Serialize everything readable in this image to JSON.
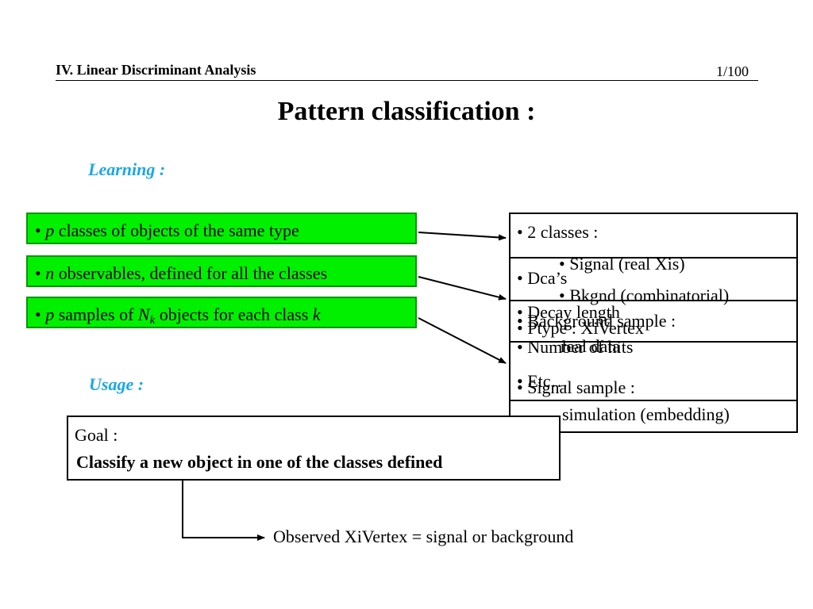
{
  "header": {
    "title": "IV. Linear Discriminant Analysis",
    "page": "1/100"
  },
  "slide_title": "Pattern classification :",
  "learning": {
    "label": "Learning :",
    "items": [
      {
        "bullet": "•",
        "var": "p",
        "text": " classes of objects of the same type"
      },
      {
        "bullet": "•",
        "var": "n",
        "text": " observables, defined for all the classes"
      },
      {
        "bullet": "•",
        "var": "p",
        "text_a": " samples of ",
        "var2": "N",
        "sub": "k",
        "text_b": " objects for each class ",
        "var3": "k"
      }
    ]
  },
  "usage_label": "Usage :",
  "goal": {
    "label": "Goal :",
    "text": "Classify a new object in one of the classes defined"
  },
  "result": "Observed XiVertex = signal or background",
  "panel_lines": [
    "• 2 classes :",
    "• Signal (real Xis)",
    "• Bkgnd (combinatorial)",
    "• Dca’s",
    "• Decay length",
    "• Background sample :",
    "• Ptype : XiVertex",
    "real data",
    "• Number of hits",
    "• Etc…",
    "• Signal sample :",
    "simulation (embedding)"
  ],
  "colors": {
    "section_label": "#1aa7e8",
    "green_fill": "#00f000",
    "green_border": "#009800"
  }
}
